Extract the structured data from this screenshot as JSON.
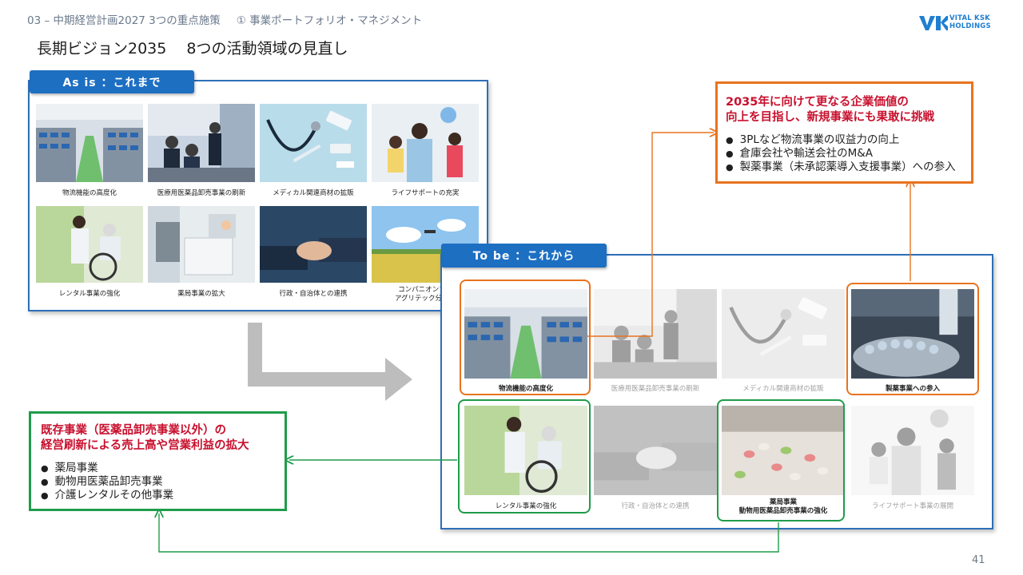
{
  "header": {
    "breadcrumb_part1": "03 – 中期経営計画2027  3つの重点施策",
    "breadcrumb_part2": "① 事業ポートフォリオ・マネジメント",
    "title": "長期ビジョン2035　 8つの活動領域の見直し",
    "logo_line1": "VITAL KSK",
    "logo_line2": "HOLDINGS"
  },
  "asis": {
    "tab_label": "As is ：これまで",
    "items": [
      {
        "label": "物流機能の高度化"
      },
      {
        "label": "医療用医薬品卸売事業の刷新"
      },
      {
        "label": "メディカル関連商材の拡販"
      },
      {
        "label": "ライフサポートの充実"
      },
      {
        "label": "レンタル事業の強化"
      },
      {
        "label": "薬局事業の拡大"
      },
      {
        "label": "行政・自治体との連携"
      },
      {
        "label": "コンパニオンアニ",
        "label2": "アグリテック分野の"
      }
    ]
  },
  "tobe": {
    "tab_label": "To be ：これから",
    "items": [
      {
        "label": "物流機能の高度化"
      },
      {
        "label": "医療用医薬品卸売事業の刷新"
      },
      {
        "label": "メディカル関連商材の拡販"
      },
      {
        "label": "製薬事業への参入"
      },
      {
        "label": "レンタル事業の強化"
      },
      {
        "label": "行政・自治体との連携"
      },
      {
        "label": "薬局事業",
        "label2": "動物用医薬品卸売事業の強化"
      },
      {
        "label": "ライフサポート事業の展開"
      }
    ]
  },
  "new_business_box": {
    "heading_line1": "2035年に向けて更なる企業価値の",
    "heading_line2": "向上を目指し、新規事業にも果敢に挑戦",
    "bullets": [
      "3PLなど物流事業の収益力の向上",
      "倉庫会社や輸送会社のM&A",
      "製薬事業（未承認薬導入支援事業）への参入"
    ]
  },
  "existing_business_box": {
    "heading_line1": "既存事業（医薬品卸売事業以外）の",
    "heading_line2": "経営刷新による売上高や営業利益の拡大",
    "bullets": [
      "薬局事業",
      "動物用医薬品卸売事業",
      "介護レンタルその他事業"
    ]
  },
  "page_number": "41",
  "colors": {
    "brand_blue": "#1d6fc2",
    "highlight_orange": "#e8731f",
    "highlight_green": "#1f9c4a",
    "heading_red": "#c8102e"
  }
}
